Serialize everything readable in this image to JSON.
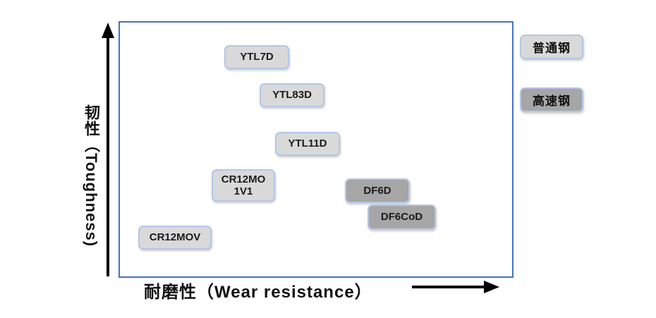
{
  "chart_data": {
    "type": "scatter",
    "title": "",
    "xlabel": "耐磨性（Wear resistance）",
    "ylabel": "韧性（Toughness)",
    "axis_scale": "conceptual axes with no tick labels; point positions given as relative 0-1 coordinates",
    "xlim": [
      0,
      1
    ],
    "ylim": [
      0,
      1
    ],
    "grid": false,
    "legend_position": "right",
    "points": [
      {
        "label": "YTL7D",
        "group": "普通钢",
        "x": 0.35,
        "y": 0.86
      },
      {
        "label": "YTL83D",
        "group": "普通钢",
        "x": 0.44,
        "y": 0.71
      },
      {
        "label": "YTL11D",
        "group": "普通钢",
        "x": 0.48,
        "y": 0.52
      },
      {
        "label": "CR12MO 1V1",
        "group": "普通钢",
        "x": 0.31,
        "y": 0.36
      },
      {
        "label": "DF6D",
        "group": "高速钢",
        "x": 0.65,
        "y": 0.34
      },
      {
        "label": "DF6CoD",
        "group": "高速钢",
        "x": 0.71,
        "y": 0.23
      },
      {
        "label": "CR12MOV",
        "group": "普通钢",
        "x": 0.14,
        "y": 0.16
      }
    ],
    "legend": [
      {
        "label": "普通钢",
        "color": "#d9d9d9"
      },
      {
        "label": "高速钢",
        "color": "#a6a6a6"
      }
    ]
  },
  "colors": {
    "background": "#ffffff",
    "plot_border": "#4472c4",
    "box_border": "#b4c7e7",
    "light_fill": "#d9d9d9",
    "dark_fill": "#a6a6a6",
    "axis_arrow": "#000000"
  }
}
